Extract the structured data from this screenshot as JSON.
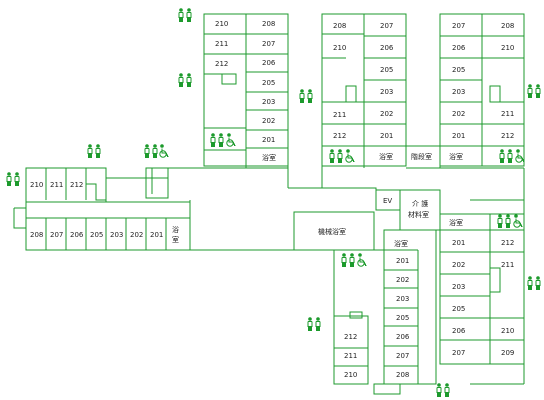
{
  "colors": {
    "wall": "#1c9a2c",
    "text": "#222222",
    "icon": "#1c9a2c"
  },
  "labels": {
    "bath": "浴室",
    "bath_v1": "浴",
    "bath_v2": "室",
    "kaidan": "階段室",
    "ev": "EV",
    "kaigo1": "介 護",
    "kaigo2": "材料室",
    "kikai": "機械浴室"
  },
  "rooms": {
    "c1_left": [
      "210",
      "211",
      "212"
    ],
    "c1_right": [
      "208",
      "207",
      "206",
      "205",
      "203",
      "202",
      "201"
    ],
    "c2_left": [
      "208",
      "210",
      "211",
      "212"
    ],
    "c2_right": [
      "207",
      "206",
      "205",
      "203",
      "202",
      "201"
    ],
    "c3_left": [
      "207",
      "206",
      "205",
      "203",
      "202",
      "201"
    ],
    "c3_right": [
      "208",
      "210",
      "211",
      "212"
    ],
    "w_top": [
      "210",
      "211",
      "212"
    ],
    "w_bottom": [
      "208",
      "207",
      "206",
      "205",
      "203",
      "202",
      "201"
    ],
    "s1": [
      "212",
      "211",
      "210"
    ],
    "s2": [
      "201",
      "202",
      "203",
      "205",
      "206",
      "207",
      "208"
    ],
    "s3_left": [
      "201",
      "202",
      "203",
      "205",
      "206",
      "207"
    ],
    "s3_right": [
      "212",
      "211",
      "210",
      "209"
    ]
  },
  "icons": {
    "restroom": "restroom-icon",
    "wheelchair": "wheelchair-icon"
  }
}
